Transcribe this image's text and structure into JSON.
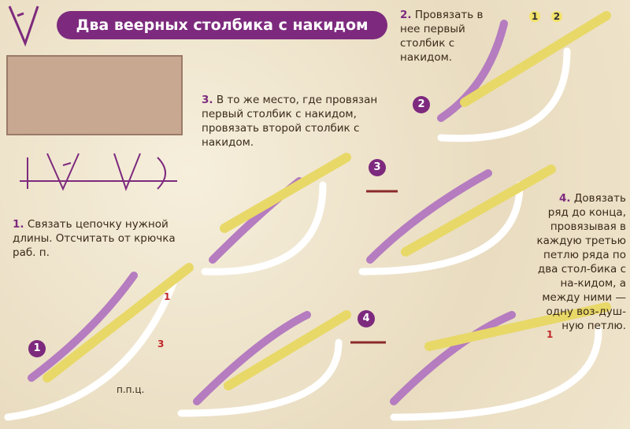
{
  "title": "Два веерных столбика с накидом",
  "steps": [
    {
      "num": "1.",
      "text": "Связать цепочку нужной длины. Отсчитать от крючка раб. п."
    },
    {
      "num": "2.",
      "text": "Провязать в нее первый столбик с накидом."
    },
    {
      "num": "3.",
      "text": "В то же место, где провязан первый столбик с накидом, провязать второй столбик с накидом."
    },
    {
      "num": "4.",
      "text": "Довязать ряд до конца, провязывая в каждую третью петлю ряда по два стол-бика с на-кидом, а между ними — одну воз-душ-ную петлю."
    }
  ],
  "badges": [
    "1",
    "2",
    "3",
    "4"
  ],
  "labels": {
    "one": "1",
    "three": "3",
    "ppc": "п.п.ц.",
    "one_b": "1",
    "circ1": "1",
    "circ2": "2"
  },
  "colors": {
    "accent": "#7d2a7e",
    "yarn": "#b57cc0",
    "hook": "#f3e36a",
    "arrow": "#8a2a2a"
  }
}
